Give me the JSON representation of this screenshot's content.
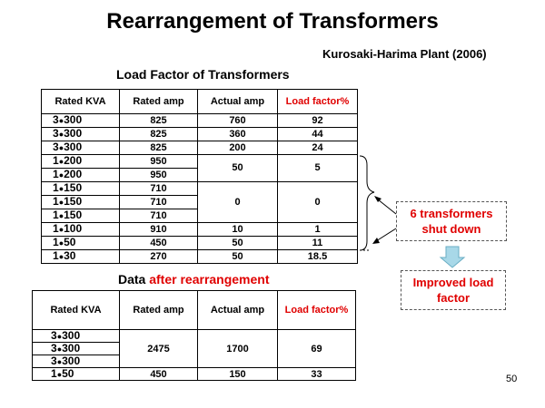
{
  "title": "Rearrangement of Transformers",
  "subtitle": "Kurosaki-Harima Plant (2006)",
  "section1_title": "Load Factor of Transformers",
  "section2_prefix": "Data ",
  "section2_highlight": "after rearrangement",
  "table1": {
    "headers": [
      "Rated KVA",
      "Rated amp",
      "Actual amp",
      "Load factor%"
    ],
    "rows": [
      {
        "phase": "3",
        "kva": "300",
        "rated_amp": "825",
        "actual_amp": "760",
        "load_factor": "92"
      },
      {
        "phase": "3",
        "kva": "300",
        "rated_amp": "825",
        "actual_amp": "360",
        "load_factor": "44"
      },
      {
        "phase": "3",
        "kva": "300",
        "rated_amp": "825",
        "actual_amp": "200",
        "load_factor": "24"
      },
      {
        "phase": "1",
        "kva": "200",
        "rated_amp": "950"
      },
      {
        "phase": "1",
        "kva": "200",
        "rated_amp": "950"
      },
      {
        "phase": "1",
        "kva": "150",
        "rated_amp": "710"
      },
      {
        "phase": "1",
        "kva": "150",
        "rated_amp": "710"
      },
      {
        "phase": "1",
        "kva": "150",
        "rated_amp": "710"
      },
      {
        "phase": "1",
        "kva": "100",
        "rated_amp": "910",
        "actual_amp": "10",
        "load_factor": "1"
      },
      {
        "phase": "1",
        "kva": "50",
        "rated_amp": "450",
        "actual_amp": "50",
        "load_factor": "11"
      },
      {
        "phase": "1",
        "kva": "30",
        "rated_amp": "270",
        "actual_amp": "50",
        "load_factor": "18.5"
      }
    ],
    "merged_a": {
      "actual_amp": "50",
      "load_factor": "5"
    },
    "merged_b": {
      "actual_amp": "0",
      "load_factor": "0"
    }
  },
  "table2": {
    "headers": [
      "Rated KVA",
      "Rated amp",
      "Actual amp",
      "Load factor%"
    ],
    "rows": [
      {
        "phase": "3",
        "kva": "300"
      },
      {
        "phase": "3",
        "kva": "300"
      },
      {
        "phase": "3",
        "kva": "300"
      },
      {
        "phase": "1",
        "kva": "50",
        "rated_amp": "450",
        "actual_amp": "150",
        "load_factor": "33"
      }
    ],
    "merged": {
      "rated_amp": "2475",
      "actual_amp": "1700",
      "load_factor": "69"
    }
  },
  "callout_shutdown": "6 transformers shut down",
  "callout_improved": "Improved load factor",
  "page_number": "50",
  "dot_glyph": "●",
  "colors": {
    "highlight": "#e00000",
    "arrow": "#a8d8e8"
  }
}
